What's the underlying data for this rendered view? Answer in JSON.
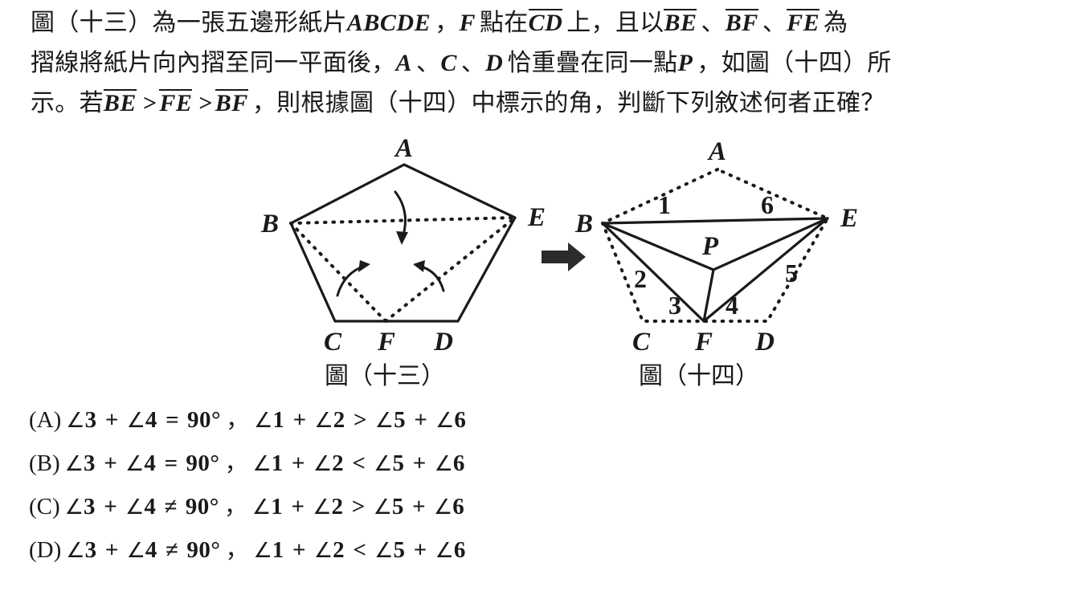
{
  "question": {
    "lines": [
      {
        "parts": [
          {
            "type": "cjk",
            "text": "圖（十三）為一張五邊形紙片"
          },
          {
            "type": "var",
            "text": "ABCDE"
          },
          {
            "type": "cjk",
            "text": "，"
          },
          {
            "type": "var",
            "text": "F"
          },
          {
            "type": "cjk",
            "text": "點在"
          },
          {
            "type": "seg",
            "text": "CD"
          },
          {
            "type": "cjk",
            "text": "上，且以"
          },
          {
            "type": "seg",
            "text": "BE"
          },
          {
            "type": "cjk",
            "text": "、"
          },
          {
            "type": "seg",
            "text": "BF"
          },
          {
            "type": "cjk",
            "text": "、"
          },
          {
            "type": "seg",
            "text": "FE"
          },
          {
            "type": "cjk",
            "text": "為"
          }
        ]
      },
      {
        "parts": [
          {
            "type": "cjk",
            "text": "摺線將紙片向內摺至同一平面後，"
          },
          {
            "type": "var",
            "text": "A"
          },
          {
            "type": "cjk",
            "text": "、"
          },
          {
            "type": "var",
            "text": "C"
          },
          {
            "type": "cjk",
            "text": "、"
          },
          {
            "type": "var",
            "text": "D"
          },
          {
            "type": "cjk",
            "text": "恰重疊在同一點"
          },
          {
            "type": "var",
            "text": "P"
          },
          {
            "type": "cjk",
            "text": "，如圖（十四）所"
          }
        ]
      },
      {
        "parts": [
          {
            "type": "cjk",
            "text": "示。若"
          },
          {
            "type": "seg",
            "text": "BE"
          },
          {
            "type": "op",
            "text": ">"
          },
          {
            "type": "seg",
            "text": "FE"
          },
          {
            "type": "op",
            "text": ">"
          },
          {
            "type": "seg",
            "text": "BF"
          },
          {
            "type": "cjk",
            "text": "，則根據圖（十四）中標示的角，判斷下列敘述何者正確？"
          }
        ]
      }
    ]
  },
  "figures": {
    "left": {
      "caption": "圖（十三）",
      "vertex_labels": [
        "A",
        "B",
        "E",
        "C",
        "F",
        "D"
      ],
      "labels": {
        "A": "A",
        "B": "B",
        "C": "C",
        "D": "D",
        "E": "E",
        "F": "F"
      }
    },
    "right": {
      "caption": "圖（十四）",
      "vertex_labels": [
        "A",
        "B",
        "E",
        "C",
        "F",
        "D",
        "P"
      ],
      "labels": {
        "A": "A",
        "B": "B",
        "C": "C",
        "D": "D",
        "E": "E",
        "F": "F",
        "P": "P"
      },
      "angle_labels": [
        "1",
        "2",
        "3",
        "4",
        "5",
        "6"
      ]
    },
    "transform_arrow": "right-arrow-icon"
  },
  "options": [
    {
      "tag": "(A)",
      "left": {
        "a": "3",
        "b": "4",
        "rel": "=",
        "value": "90°"
      },
      "right": {
        "a": "1",
        "b": "2",
        "rel": ">",
        "c": "5",
        "d": "6"
      }
    },
    {
      "tag": "(B)",
      "left": {
        "a": "3",
        "b": "4",
        "rel": "=",
        "value": "90°"
      },
      "right": {
        "a": "1",
        "b": "2",
        "rel": "<",
        "c": "5",
        "d": "6"
      }
    },
    {
      "tag": "(C)",
      "left": {
        "a": "3",
        "b": "4",
        "rel": "≠",
        "value": "90°"
      },
      "right": {
        "a": "1",
        "b": "2",
        "rel": ">",
        "c": "5",
        "d": "6"
      }
    },
    {
      "tag": "(D)",
      "left": {
        "a": "3",
        "b": "4",
        "rel": "≠",
        "value": "90°"
      },
      "right": {
        "a": "1",
        "b": "2",
        "rel": "<",
        "c": "5",
        "d": "6"
      }
    }
  ],
  "symbols": {
    "angle": "∠",
    "plus": "+",
    "cjk_comma": "，"
  },
  "colors": {
    "ink": "#1a1a1a",
    "page": "#ffffff"
  }
}
